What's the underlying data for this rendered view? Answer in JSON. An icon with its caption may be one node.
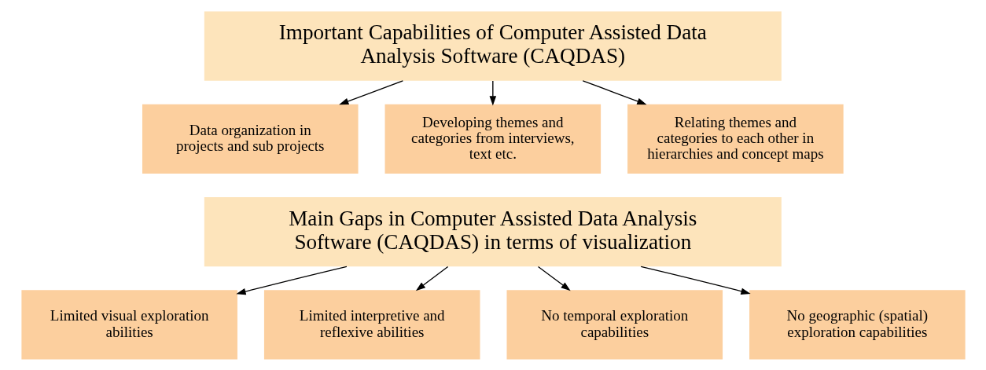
{
  "diagram": {
    "nodes": [
      {
        "text": [
          "Important Capabilities of Computer Assisted Data Analysis Software (CAQDAS)"
        ]
      },
      {
        "text": [
          "Data organization in projects and sub projects"
        ]
      },
      {
        "text": [
          "Developing themes and categories from interviews, text etc."
        ]
      },
      {
        "text": [
          "Relating themes and categories to each other in hierarchies and concept maps"
        ]
      },
      {
        "text": [
          "Main Gaps in Computer Assisted Data Analysis Software (CAQDAS) in terms of visualization"
        ]
      },
      {
        "text": [
          "Limited visual exploration abilities"
        ]
      },
      {
        "text": [
          "Limited interpretive and reflexive abilities"
        ]
      },
      {
        "text": [
          "No temporal exploration capabilities"
        ]
      },
      {
        "text": [
          "No geographic (spatial) exploration capabilities"
        ]
      }
    ],
    "edges": [
      {
        "from": 0,
        "to": 1,
        "arrow": "to"
      },
      {
        "from": 0,
        "to": 2,
        "arrow": "to"
      },
      {
        "from": 0,
        "to": 3,
        "arrow": "to"
      },
      {
        "from": 4,
        "to": 5,
        "arrow": "to"
      },
      {
        "from": 4,
        "to": 6,
        "arrow": "to"
      },
      {
        "from": 4,
        "to": 7,
        "arrow": "to"
      },
      {
        "from": 4,
        "to": 8,
        "arrow": "to"
      }
    ]
  }
}
